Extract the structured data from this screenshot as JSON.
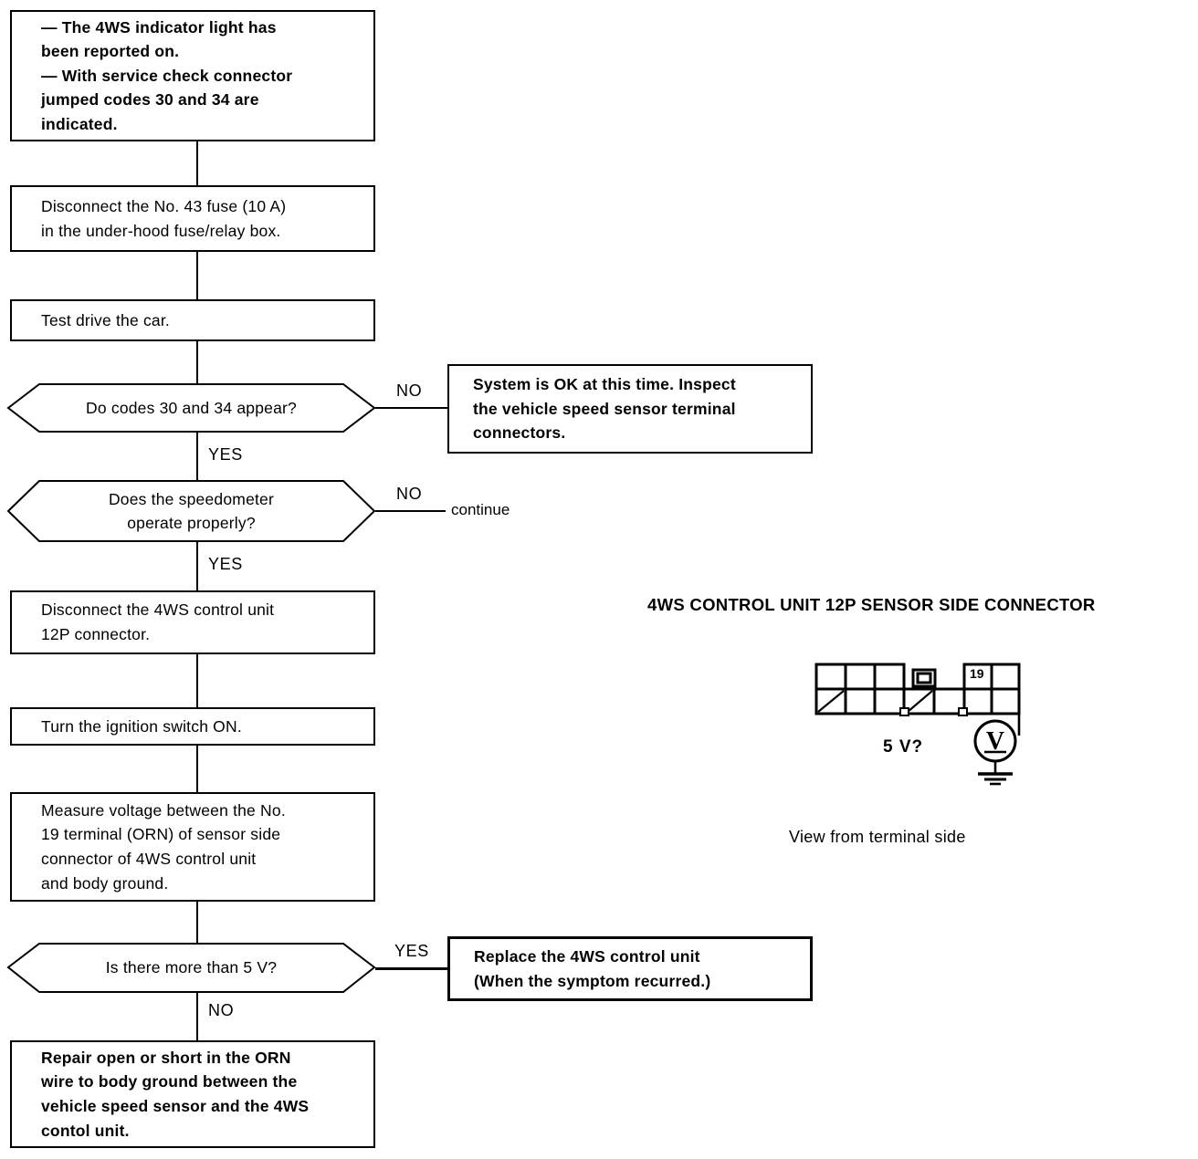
{
  "flow": {
    "nodes": [
      {
        "id": "symptom",
        "type": "process",
        "weight": "bold",
        "text": "— The 4WS indicator light has\n    been reported on.\n— With service check connector\n    jumped codes 30 and 34 are\n    indicated."
      },
      {
        "id": "disconnect-fuse",
        "type": "process",
        "weight": "regular",
        "text": "Disconnect the No. 43 fuse (10 A)\nin the under-hood fuse/relay box."
      },
      {
        "id": "test-drive",
        "type": "process",
        "weight": "regular",
        "text": "Test drive the car."
      },
      {
        "id": "codes-appear",
        "type": "decision",
        "weight": "regular",
        "text": "Do codes 30 and 34 appear?"
      },
      {
        "id": "speedometer-ok",
        "type": "decision",
        "weight": "regular",
        "text": "Does the speedometer\noperate properly?"
      },
      {
        "id": "disconnect-12p",
        "type": "process",
        "weight": "regular",
        "text": "Disconnect the 4WS control unit\n12P connector."
      },
      {
        "id": "ignition-on",
        "type": "process",
        "weight": "regular",
        "text": "Turn the ignition switch ON."
      },
      {
        "id": "measure-voltage",
        "type": "process",
        "weight": "regular",
        "text": "Measure voltage between the No.\n19 terminal (ORN) of sensor side\nconnector of 4WS control unit\nand body ground."
      },
      {
        "id": "more-than-5v",
        "type": "decision",
        "weight": "regular",
        "text": "Is there more than 5 V?"
      },
      {
        "id": "repair-orn",
        "type": "process",
        "weight": "bold",
        "text": "Repair open or short in the ORN\nwire to body ground between the\nvehicle speed sensor and the 4WS\ncontol unit."
      },
      {
        "id": "system-ok",
        "type": "process",
        "weight": "bold",
        "text": "System is OK at this time. Inspect\nthe vehicle speed sensor terminal\nconnectors."
      },
      {
        "id": "replace-unit",
        "type": "process",
        "weight": "bold",
        "text": "Replace  the  4WS  control  unit\n(When the symptom recurred.)"
      }
    ],
    "branch_labels": {
      "codes_no": "NO",
      "codes_yes": "YES",
      "speedo_no": "NO",
      "speedo_yes": "YES",
      "volt_yes": "YES",
      "volt_no": "NO"
    },
    "continue_label": "continue"
  },
  "connector_figure": {
    "title": "4WS CONTROL UNIT 12P SENSOR SIDE CONNECTOR",
    "caption": "View from terminal side",
    "pin_number": "19",
    "voltage_label": "5 V?",
    "meter_symbol": "V"
  },
  "colors": {
    "ink": "#000000",
    "paper": "#ffffff"
  }
}
